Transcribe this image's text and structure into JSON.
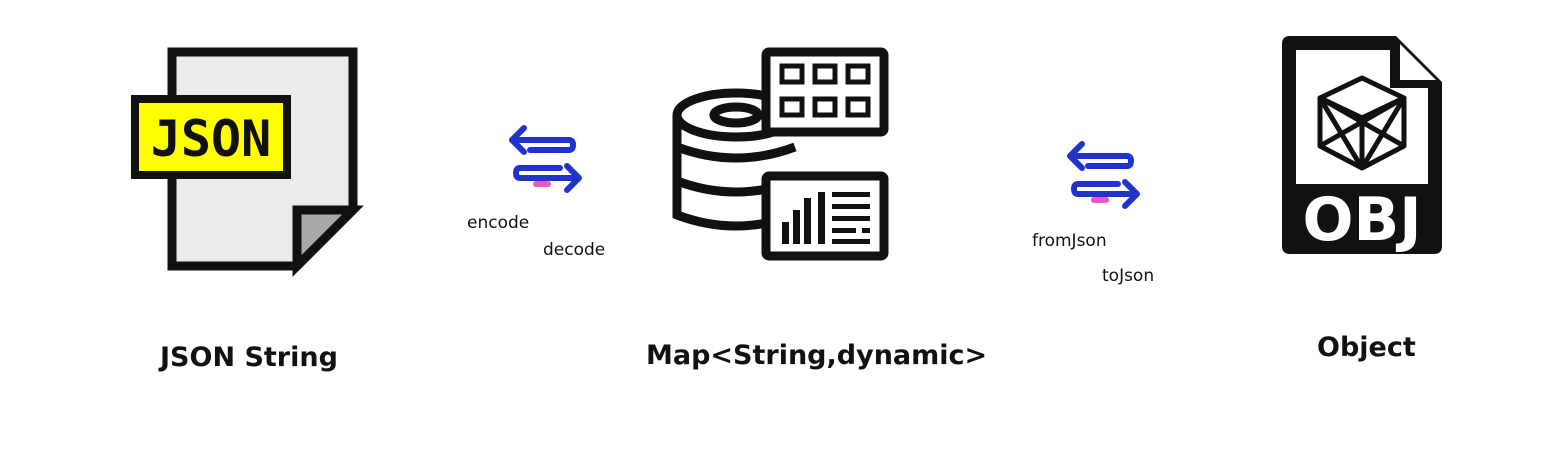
{
  "nodes": {
    "json_string": {
      "icon_text": "JSON",
      "caption": "JSON String"
    },
    "map": {
      "caption": "Map<String,dynamic>"
    },
    "object": {
      "icon_text": "OBJ",
      "caption": "Object"
    }
  },
  "conversions": {
    "left": {
      "top_label": "encode",
      "bottom_label": "decode"
    },
    "right": {
      "top_label": "fromJson",
      "bottom_label": "toJson"
    }
  },
  "colors": {
    "arrow_blue": "#2233cc",
    "arrow_pink": "#ee55cc",
    "json_badge": "#ffff00",
    "icon_black": "#111111",
    "file_gray": "#ebebeb"
  },
  "icons": [
    "json-file-icon",
    "swap-arrows-icon",
    "database-table-chart-icon",
    "obj-file-icon"
  ]
}
